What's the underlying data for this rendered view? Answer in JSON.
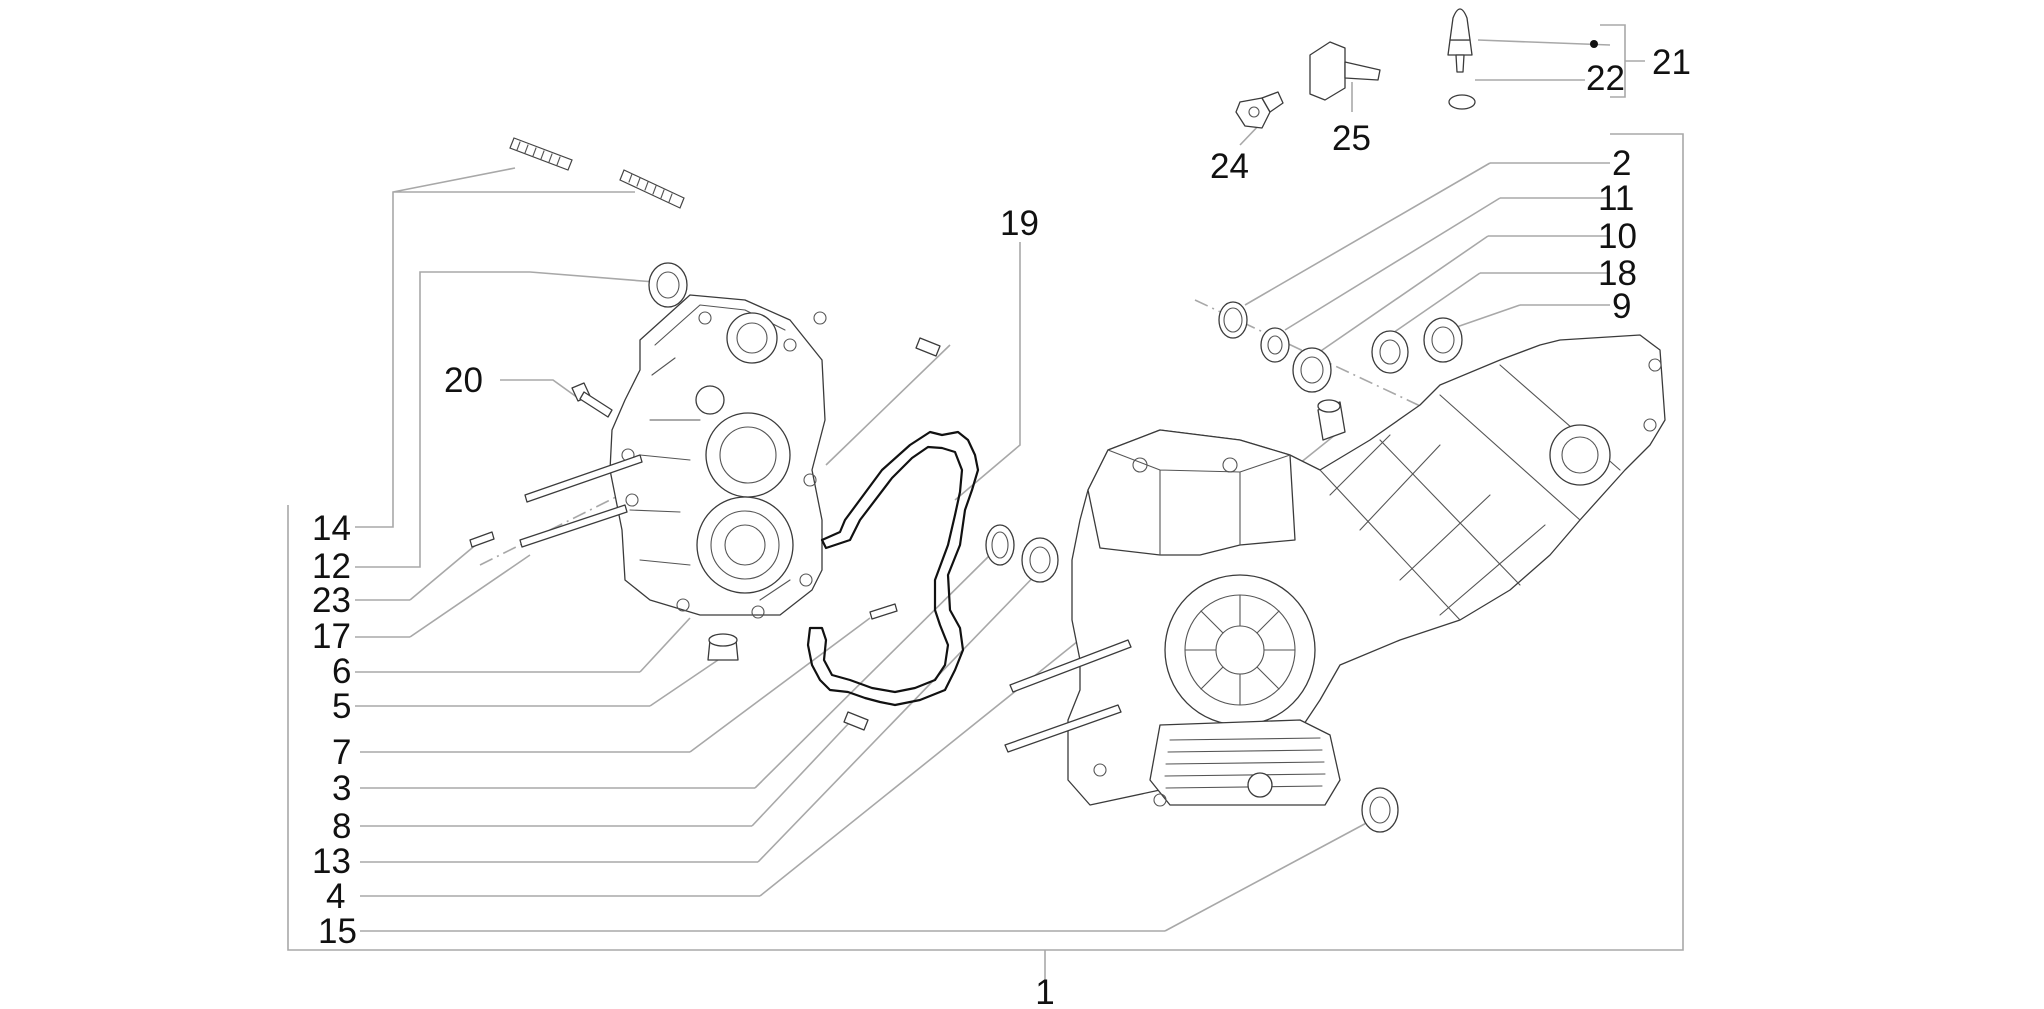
{
  "diagram": {
    "callouts": {
      "c1": "1",
      "c2": "2",
      "c3": "3",
      "c4": "4",
      "c5": "5",
      "c6": "6",
      "c7": "7",
      "c8": "8",
      "c9": "9",
      "c10": "10",
      "c11": "11",
      "c12": "12",
      "c13": "13",
      "c14": "14",
      "c15": "15",
      "c17": "17",
      "c18": "18",
      "c19": "19",
      "c20": "20",
      "c21": "21",
      "c22": "22",
      "c23": "23",
      "c24": "24",
      "c25": "25"
    },
    "colors": {
      "line": "#a8a8a8",
      "ink": "#111111",
      "drawing": "#3b3b3b",
      "background": "#ffffff"
    }
  }
}
